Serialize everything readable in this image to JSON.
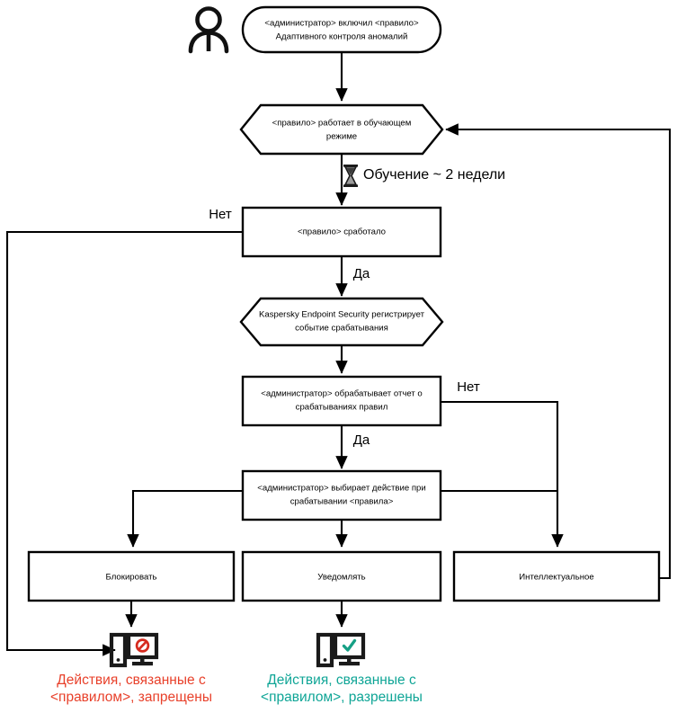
{
  "diagram": {
    "title": "Adaptive Anomaly Control rule workflow",
    "colors": {
      "stroke": "#000000",
      "deny_text": "#e8402a",
      "allow_text": "#0fa596",
      "deny_mark": "#d62b1f",
      "allow_mark": "#16a085",
      "background": "#ffffff"
    }
  },
  "actors": {
    "administrator_icon": "person-icon"
  },
  "nodes": {
    "start": {
      "shape": "rounded-rectangle",
      "line1": "<администратор> включил <правило>",
      "line2": "Адаптивного контроля аномалий"
    },
    "learning_mode": {
      "shape": "hexagon",
      "line1": "<правило> работает в обучающем",
      "line2": "режиме"
    },
    "rule_triggered": {
      "shape": "rectangle",
      "line1": "<правило> сработало"
    },
    "event_registered": {
      "shape": "hexagon",
      "line1": "Kaspersky Endpoint Security регистрирует",
      "line2": "событие срабатывания"
    },
    "process_report": {
      "shape": "rectangle",
      "line1": "<администратор> обрабатывает отчет о",
      "line2": "срабатываниях правил"
    },
    "select_action": {
      "shape": "rectangle",
      "line1": "<администратор> выбирает действие при",
      "line2": "срабатывании <правила>"
    },
    "action_block": {
      "shape": "rectangle",
      "line1": "Блокировать"
    },
    "action_notify": {
      "shape": "rectangle",
      "line1": "Уведомлять"
    },
    "action_smart": {
      "shape": "rectangle",
      "line1": "Интеллектуальное"
    }
  },
  "edge_labels": {
    "triggered_no": "Нет",
    "triggered_yes": "Да",
    "report_no": "Нет",
    "report_yes": "Да",
    "learning_timer": "Обучение ~ 2 недели",
    "learning_timer_icon": "hourglass-icon"
  },
  "outcomes": {
    "denied": {
      "icon": "monitor-blocked-icon",
      "line1": "Действия, связанные с",
      "line2": "<правилом>, запрещены"
    },
    "allowed": {
      "icon": "monitor-allowed-icon",
      "line1": "Действия, связанные с",
      "line2": "<правилом>, разрешены"
    }
  }
}
